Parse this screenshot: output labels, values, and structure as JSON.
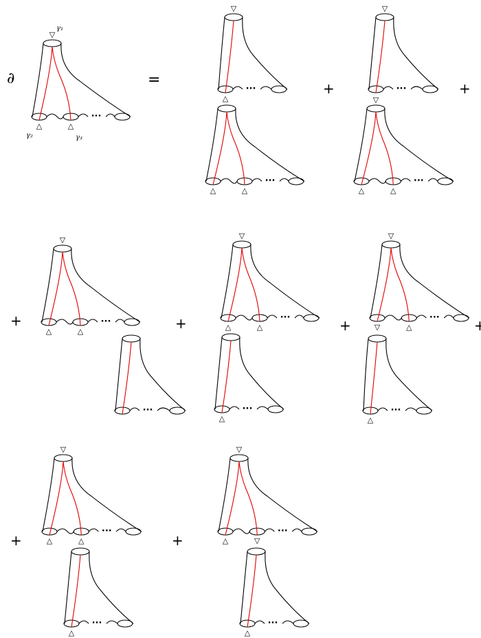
{
  "operator_symbol": "∂",
  "equals_symbol": "=",
  "plus_symbol": "+",
  "ellipsis_symbol": "···",
  "output_marker": "▽",
  "input_marker": "△",
  "labels": {
    "gamma_1": "γ₁",
    "gamma_2": "γ₂",
    "gamma_3": "γ₃"
  },
  "colors": {
    "outline": "#000000",
    "curve": "#e00000"
  },
  "terms": [
    {
      "id": "lhs",
      "pieces": 1
    },
    {
      "id": "term-1",
      "pieces": 2
    },
    {
      "id": "term-2",
      "pieces": 2
    },
    {
      "id": "term-3",
      "pieces": 2
    },
    {
      "id": "term-4",
      "pieces": 2
    },
    {
      "id": "term-5",
      "pieces": 2
    },
    {
      "id": "term-6",
      "pieces": 2
    },
    {
      "id": "term-7",
      "pieces": 2
    }
  ]
}
